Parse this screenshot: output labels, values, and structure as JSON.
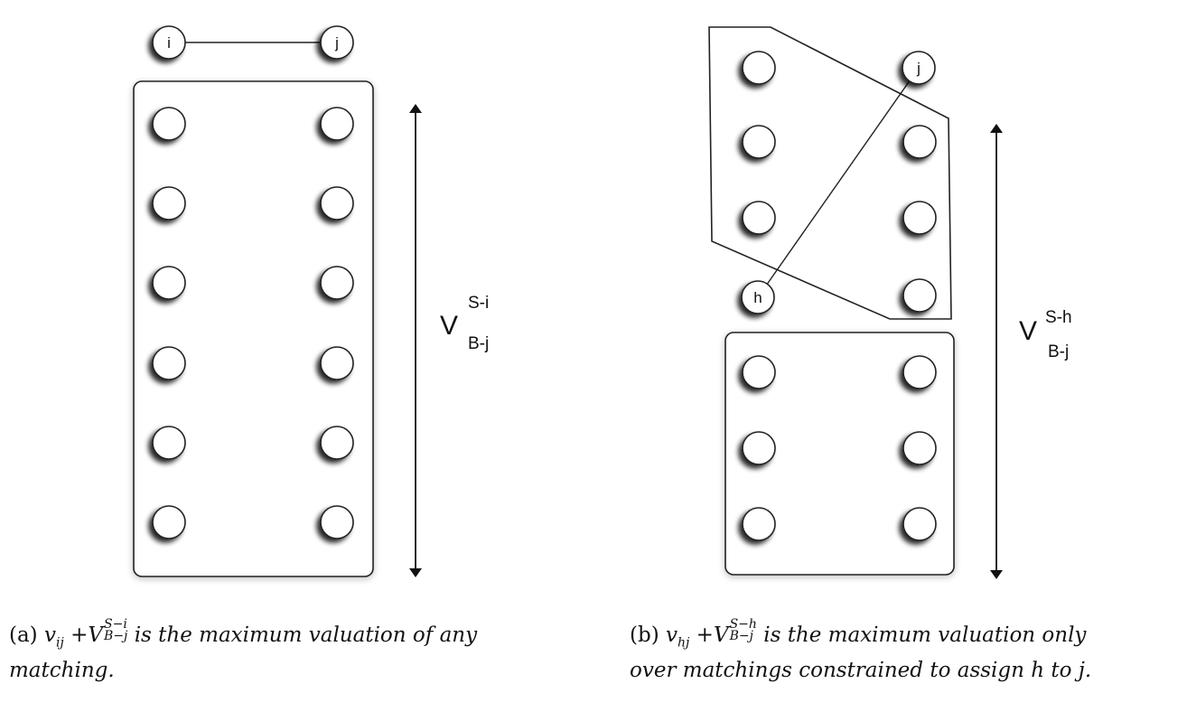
{
  "panel_a": {
    "top_nodes": [
      "i",
      "j"
    ],
    "value_label": {
      "main": "V",
      "sup": "S-i",
      "sub": "B-j"
    },
    "caption": {
      "tag": "(a)",
      "term": "v",
      "term_sub": "ij",
      "plus": "+",
      "V": "V",
      "V_sup": "S−i",
      "V_sub": "B−j",
      "rest": "is the maximum valuation of any",
      "line2": "matching."
    }
  },
  "panel_b": {
    "named_nodes": [
      "j",
      "h"
    ],
    "value_label": {
      "main": "V",
      "sup": "S-h",
      "sub": "B-j"
    },
    "caption": {
      "tag": "(b)",
      "term": "v",
      "term_sub": "hj",
      "plus": "+",
      "V": "V",
      "V_sup": "S−h",
      "V_sub": "B−j",
      "rest": "is the maximum valuation only",
      "line2": "over matchings constrained to assign h to j."
    }
  }
}
